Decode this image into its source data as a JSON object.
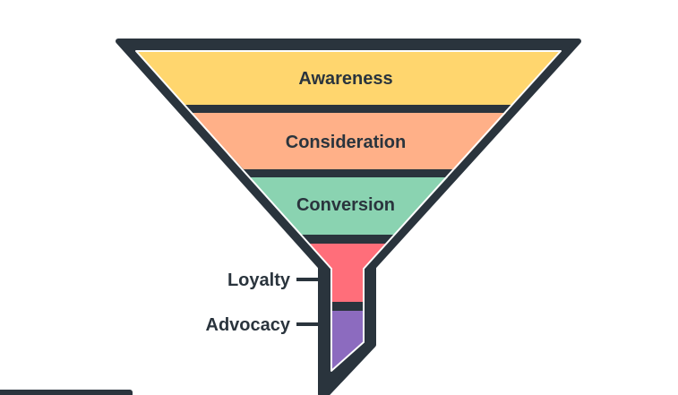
{
  "diagram": {
    "stages": [
      {
        "label": "Awareness",
        "color": "#ffd66e"
      },
      {
        "label": "Consideration",
        "color": "#ffb088"
      },
      {
        "label": "Conversion",
        "color": "#8ad3b1"
      },
      {
        "label": "Loyalty",
        "color": "#ff6e7a"
      },
      {
        "label": "Advocacy",
        "color": "#8c6bbf"
      }
    ],
    "outline_color": "#2a343d"
  }
}
